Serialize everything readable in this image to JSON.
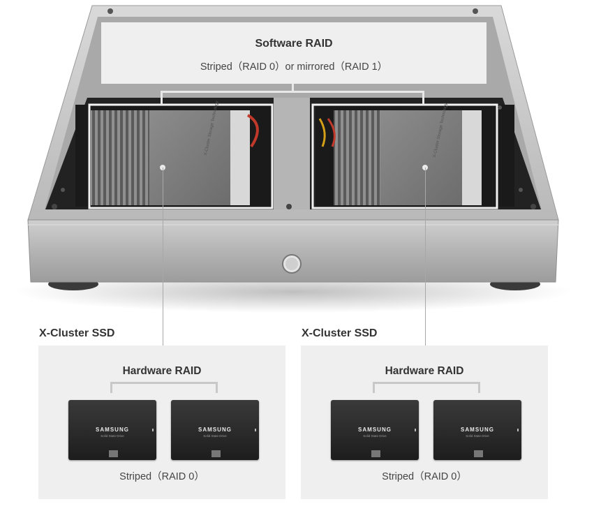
{
  "software_raid": {
    "title": "Software RAID",
    "subtitle": "Striped（RAID 0）or mirrored（RAID 1）"
  },
  "clusters": [
    {
      "title": "X-Cluster SSD",
      "hardware_label": "Hardware RAID",
      "drives": [
        {
          "brand": "SAMSUNG",
          "sub": "Solid State Drive"
        },
        {
          "brand": "SAMSUNG",
          "sub": "Solid State Drive"
        }
      ],
      "mode": "Striped（RAID 0）"
    },
    {
      "title": "X-Cluster SSD",
      "hardware_label": "Hardware RAID",
      "drives": [
        {
          "brand": "SAMSUNG",
          "sub": "Solid State Drive"
        },
        {
          "brand": "SAMSUNG",
          "sub": "Solid State Drive"
        }
      ],
      "mode": "Striped（RAID 0）"
    }
  ],
  "heatsink_side_text": "X-Cluster Storage Technology",
  "colors": {
    "panel_bg": "#efefef",
    "bracket": "#c8c8c8",
    "chassis": "#b8b8b8",
    "ssd_body": "#2a2a2a"
  }
}
